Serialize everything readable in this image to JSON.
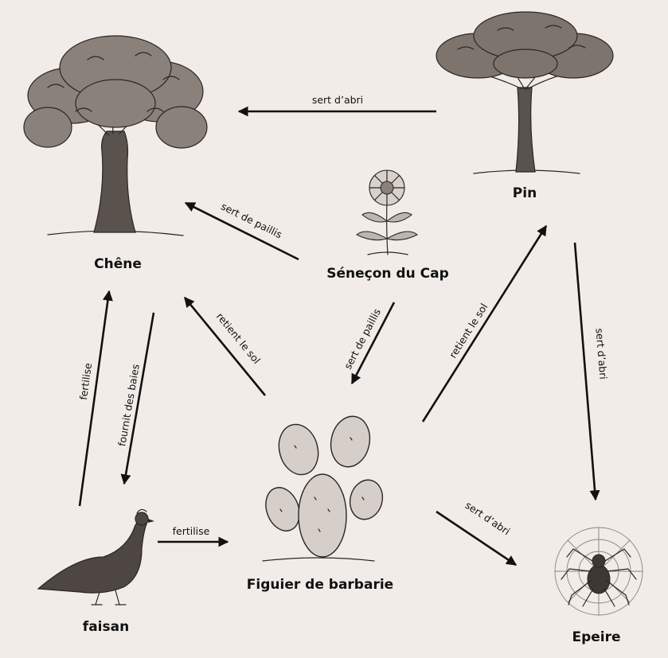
{
  "nodes": [
    {
      "id": "chene",
      "label": "Chêne",
      "icon": "oak-tree-icon"
    },
    {
      "id": "pin",
      "label": "Pin",
      "icon": "pine-tree-icon"
    },
    {
      "id": "senecon",
      "label": "Séneçon du Cap",
      "icon": "flower-icon"
    },
    {
      "id": "figuier",
      "label": "Figuier de barbarie",
      "icon": "cactus-icon"
    },
    {
      "id": "faisan",
      "label": "faisan",
      "icon": "pheasant-icon"
    },
    {
      "id": "epeire",
      "label": "Epeire",
      "icon": "spider-icon"
    }
  ],
  "edges": [
    {
      "from": "pin",
      "to": "chene",
      "label": "sert d’abri"
    },
    {
      "from": "senecon",
      "to": "chene",
      "label": "sert de paillis"
    },
    {
      "from": "senecon",
      "to": "figuier",
      "label": "sert de paillis"
    },
    {
      "from": "figuier",
      "to": "chene",
      "label": "retient le sol"
    },
    {
      "from": "figuier",
      "to": "pin",
      "label": "retient le sol"
    },
    {
      "from": "pin",
      "to": "epeire",
      "label": "sert d’abri"
    },
    {
      "from": "faisan",
      "to": "chene",
      "label": "fertilise"
    },
    {
      "from": "chene",
      "to": "faisan",
      "label": "fournit des baies"
    },
    {
      "from": "faisan",
      "to": "figuier",
      "label": "fertilise"
    },
    {
      "from": "figuier",
      "to": "epeire",
      "label": "sert d’abri"
    }
  ],
  "colors": {
    "background": "#f1ece8",
    "ink": "#111111"
  }
}
